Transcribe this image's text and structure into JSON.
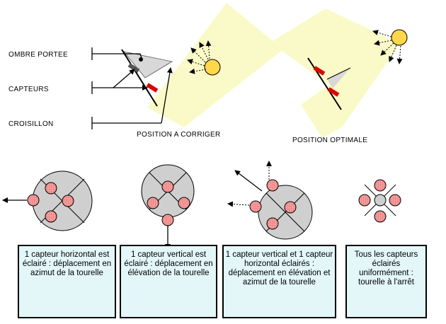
{
  "labels": {
    "ombre": "OMBRE PORTEE",
    "capteurs": "CAPTEURS",
    "croisillon": "CROISILLON",
    "position_corriger": "POSITION A CORRIGER",
    "position_optimale": "POSITION OPTIMALE"
  },
  "boxes": [
    {
      "text": "1 capteur horizontal est éclairé : déplacement en azimut de la tourelle"
    },
    {
      "text": "1 capteur vertical est éclairé : déplacement en élévation de la tourelle"
    },
    {
      "text": "1 capteur vertical et 1 capteur horizontal éclairés : déplacement en élévation et azimut de la tourelle"
    },
    {
      "text": "Tous les capteurs éclairés uniformément : tourelle à l'arrêt"
    }
  ],
  "colors": {
    "light": "#fafac8",
    "sun": "#ffd84a",
    "sensor_red": "#f08080",
    "turret_gray": "#cfcfcf",
    "box_fill": "#e3f7f9"
  }
}
